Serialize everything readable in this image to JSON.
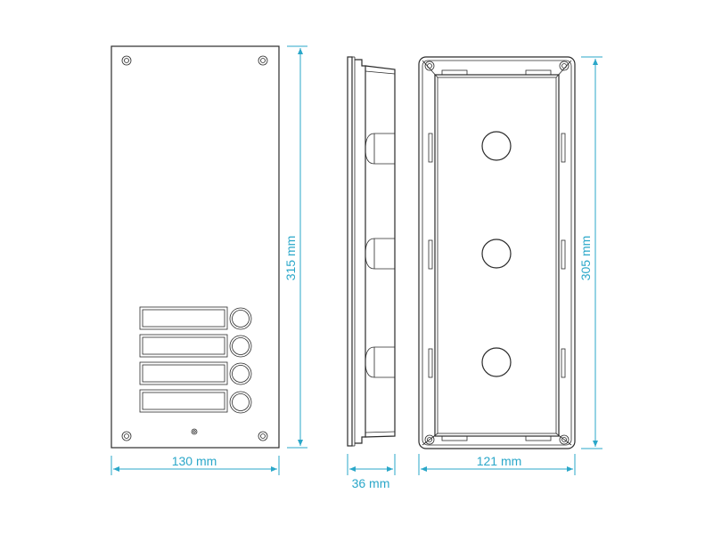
{
  "colors": {
    "dimension": "#2aa7c9",
    "line": "#2b2b2b",
    "background": "#ffffff"
  },
  "dimensions": {
    "panel_width": "130 mm",
    "panel_height": "315 mm",
    "depth": "36 mm",
    "box_width": "121 mm",
    "box_height": "305 mm"
  },
  "front_panel": {
    "button_rows": 4
  }
}
